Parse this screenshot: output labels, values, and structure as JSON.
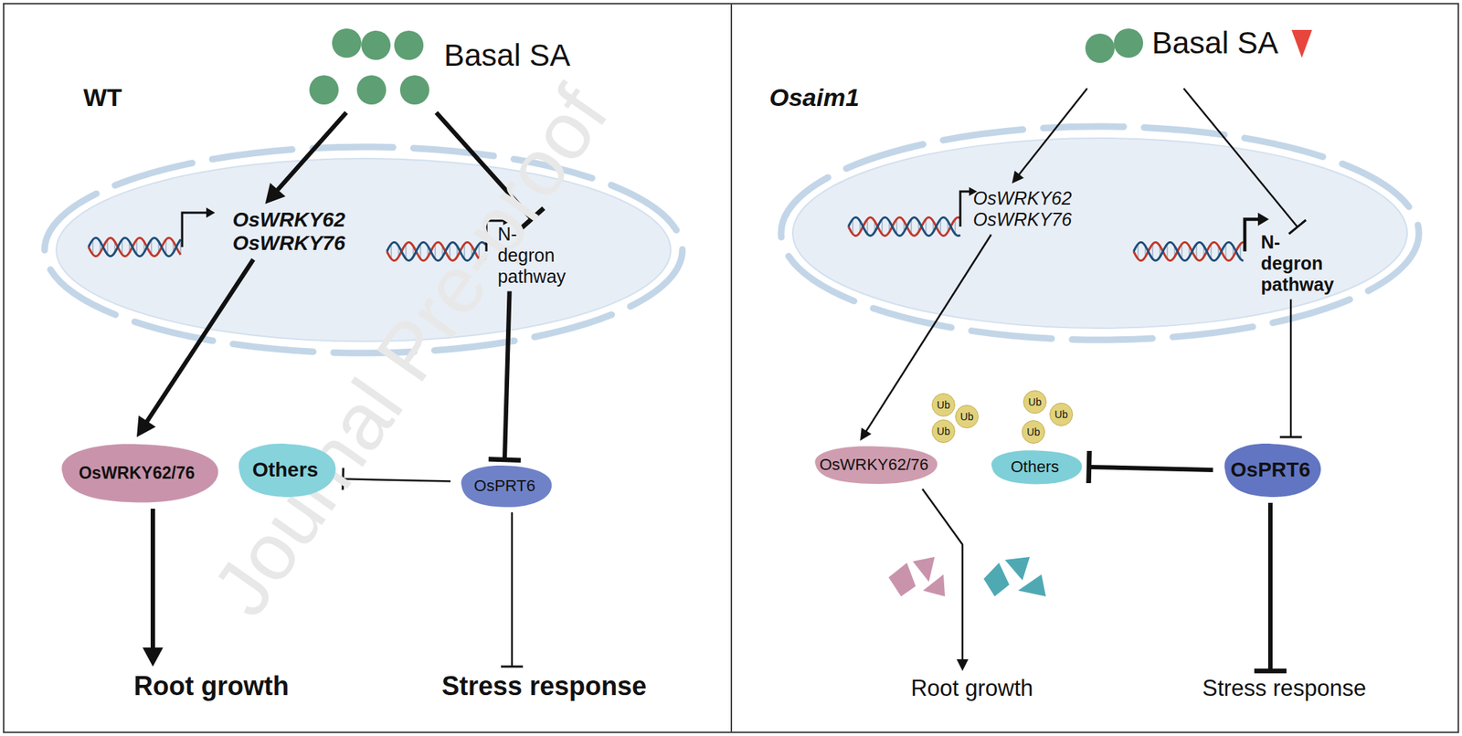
{
  "diagram": {
    "nodes": [
      {
        "text": [
          "WT"
        ]
      },
      {
        "text": [
          "Basal SA"
        ],
        "in": 0
      },
      {
        "text": [
          "OsWRKY62 OsWRKY76"
        ],
        "in": 0
      },
      {
        "text": [
          "N-degron pathway"
        ],
        "in": 0
      },
      {
        "text": [
          "OsWRKY62/76"
        ],
        "in": 0
      },
      {
        "text": [
          "Others"
        ],
        "in": 0
      },
      {
        "text": [
          "OsPRT6"
        ],
        "in": 0
      },
      {
        "text": [
          "Root growth"
        ],
        "in": 0
      },
      {
        "text": [
          "Stress response"
        ],
        "in": 0
      },
      {
        "text": [
          "Osaim1"
        ]
      },
      {
        "text": [
          "Basal SA"
        ],
        "in": 9
      },
      {
        "text": [
          "OsWRKY62 OsWRKY76"
        ],
        "in": 9
      },
      {
        "text": [
          "N-degron pathway"
        ],
        "in": 9
      },
      {
        "text": [
          "OsWRKY62/76"
        ],
        "in": 9
      },
      {
        "text": [
          "Others"
        ],
        "in": 9
      },
      {
        "text": [
          "OsPRT6"
        ],
        "in": 9
      },
      {
        "text": [
          "Root growth"
        ],
        "in": 9
      },
      {
        "text": [
          "Stress response"
        ],
        "in": 9
      },
      {
        "text": [
          "Ub"
        ],
        "in": 9
      },
      {
        "text": [
          "Ub"
        ],
        "in": 9
      },
      {
        "text": [
          "Ub"
        ],
        "in": 9
      },
      {
        "text": [
          "Ub"
        ],
        "in": 9
      },
      {
        "text": [
          "Ub"
        ],
        "in": 9
      },
      {
        "text": [
          "Ub"
        ],
        "in": 9
      }
    ],
    "edges": [
      {
        "from": 1,
        "to": 2,
        "arrow": "to"
      },
      {
        "from": 1,
        "to": 3,
        "arrow": "to"
      },
      {
        "from": 2,
        "to": 4,
        "arrow": "to"
      },
      {
        "from": 3,
        "to": 6,
        "arrow": "to"
      },
      {
        "from": 6,
        "to": 5,
        "arrow": "to"
      },
      {
        "from": 4,
        "to": 7,
        "arrow": "to"
      },
      {
        "from": 6,
        "to": 8,
        "arrow": "to"
      },
      {
        "from": 10,
        "to": 11,
        "arrow": "to"
      },
      {
        "from": 10,
        "to": 12,
        "arrow": "to"
      },
      {
        "from": 11,
        "to": 13,
        "arrow": "to"
      },
      {
        "from": 12,
        "to": 15,
        "arrow": "to"
      },
      {
        "from": 15,
        "to": 14,
        "arrow": "to"
      },
      {
        "from": 13,
        "to": 16,
        "arrow": "to"
      },
      {
        "from": 15,
        "to": 17,
        "arrow": "to"
      }
    ],
    "labels": [
      "Journal Pre-proof"
    ]
  }
}
